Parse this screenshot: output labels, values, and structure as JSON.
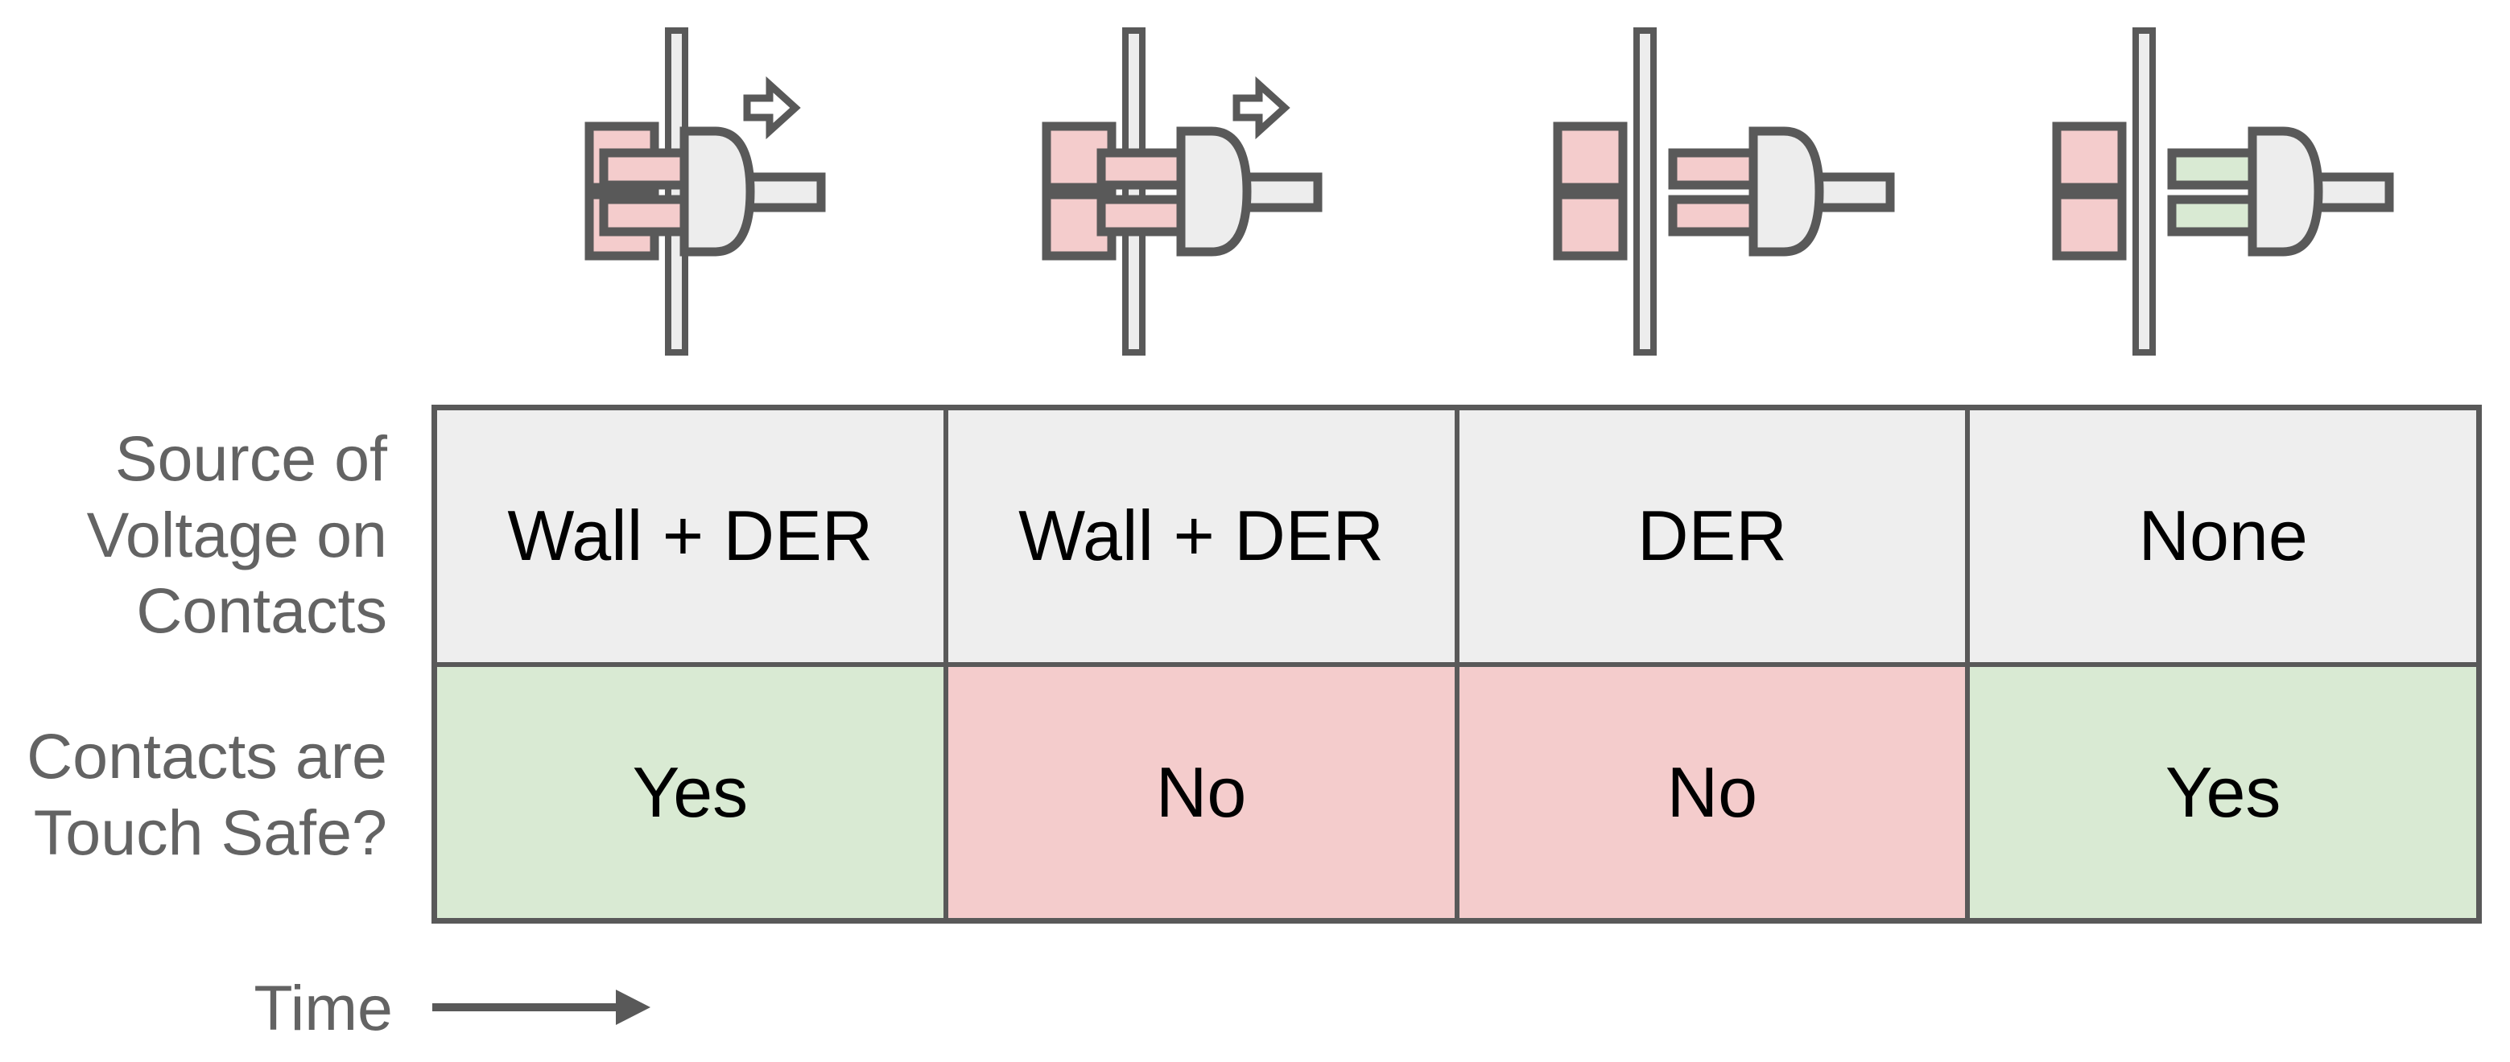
{
  "colors": {
    "stroke_gray": "#595959",
    "label_text_gray": "#636363",
    "energized_pink": "#f4cccc",
    "deenergized_green": "#d9ead3",
    "safe_cell_green": "#d9ead3",
    "unsafe_cell_red": "#f4cccc",
    "header_cell_gray": "#eeeeee",
    "hardware_fill_gray": "#ededed",
    "cell_text": "#000000"
  },
  "row_labels": {
    "voltage_line1": "Source of",
    "voltage_line2": "Voltage on",
    "voltage_line3": "Contacts",
    "safe_line1": "Contacts are",
    "safe_line2": "Touch Safe?"
  },
  "time_axis": {
    "label": "Time",
    "arrow_icon": "right-arrow"
  },
  "stages": [
    {
      "name": "plugged-in-being-withdrawn",
      "illustration": "plug-in-socket-with-motion-arrow",
      "voltage_source": "Wall + DER",
      "touch_safe": "Yes",
      "safe": true,
      "contacts_state": "energized",
      "plug_moving": true
    },
    {
      "name": "partially-withdrawn",
      "illustration": "plug-partially-out-with-motion-arrow",
      "voltage_source": "Wall + DER",
      "touch_safe": "No",
      "safe": false,
      "contacts_state": "energized",
      "plug_moving": true
    },
    {
      "name": "unplugged-der-still-energized",
      "illustration": "plug-out-contacts-energized",
      "voltage_source": "DER",
      "touch_safe": "No",
      "safe": false,
      "contacts_state": "energized",
      "plug_moving": false
    },
    {
      "name": "unplugged-deenergized",
      "illustration": "plug-out-contacts-deenergized",
      "voltage_source": "None",
      "touch_safe": "Yes",
      "safe": true,
      "contacts_state": "de-energized",
      "plug_moving": false
    }
  ]
}
